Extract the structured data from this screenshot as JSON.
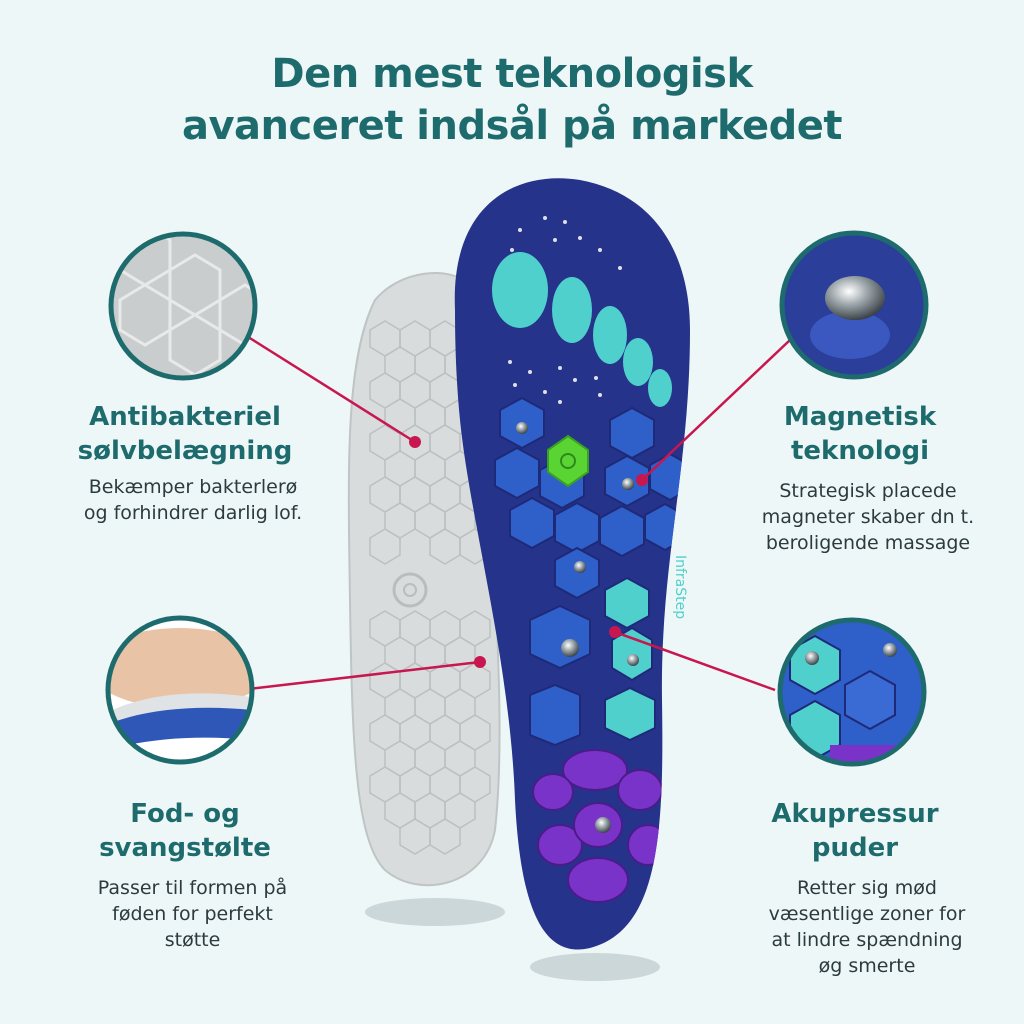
{
  "headline": {
    "line1": "Den mest teknologisk",
    "line2": "avanceret indsål på markedet"
  },
  "features": {
    "antibacterial": {
      "title_line1": "Antibakteriel",
      "title_line2": "sølvbelægning",
      "desc_line1": "Bekæmper bakterlerø",
      "desc_line2": "og forhindrer darlig lof."
    },
    "magnetic": {
      "title_line1": "Magnetisk",
      "title_line2": "teknologi",
      "desc_line1": "Strategisk placede",
      "desc_line2": "magneter skaber dn t.",
      "desc_line3": "beroligende massage"
    },
    "arch": {
      "title_line1": "Fod- og",
      "title_line2": "svangstølte",
      "desc_line1": "Passer til formen på",
      "desc_line2": "føden for perfekt",
      "desc_line3": "støtte"
    },
    "acupressure": {
      "title_line1": "Akupressur",
      "title_line2": "puder",
      "desc_line1": "Retter sig mød",
      "desc_line2": "væsentlige zoner for",
      "desc_line3": "at lindre spændning",
      "desc_line4": "øg smerte"
    }
  },
  "insole": {
    "brand_label": "InfraStep"
  },
  "colors": {
    "headline": "#1e6b6e",
    "connector": "#c8174f",
    "insole_top": "#25338a",
    "teal_pad": "#4fd0cc",
    "blue_pad": "#2f5fc8",
    "purple_pad": "#7a33c8",
    "green_badge": "#5ad432",
    "bottom_sole": "#d9dcdc"
  }
}
